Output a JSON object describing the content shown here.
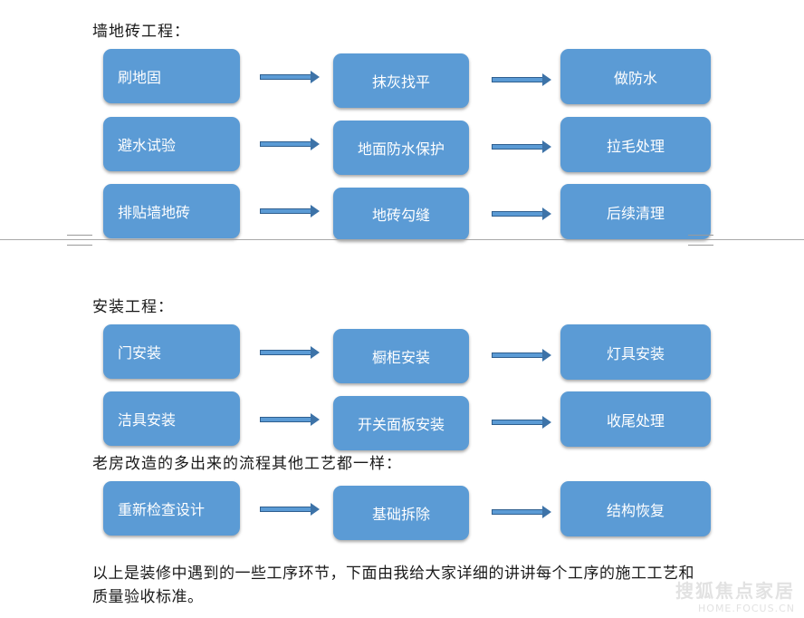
{
  "sections": {
    "tile": {
      "heading": "墙地砖工程：",
      "rows": [
        [
          "刷地固",
          "抹灰找平",
          "做防水"
        ],
        [
          "避水试验",
          "地面防水保护",
          "拉毛处理"
        ],
        [
          "排贴墙地砖",
          "地砖勾缝",
          "后续清理"
        ]
      ]
    },
    "install": {
      "heading": "安装工程：",
      "rows": [
        [
          "门安装",
          "橱柜安装",
          "灯具安装"
        ],
        [
          "洁具安装",
          "开关面板安装",
          "收尾处理"
        ]
      ]
    },
    "renovation": {
      "heading": "老房改造的多出来的流程其他工艺都一样：",
      "rows": [
        [
          "重新检查设计",
          "基础拆除",
          "结构恢复"
        ]
      ]
    }
  },
  "paragraph": "以上是装修中遇到的一些工序环节，下面由我给大家详细的讲讲每个工序的施工工艺和质量验收标准。",
  "watermark": {
    "brand": "搜狐焦点家居",
    "url": "HOME.FOCUS.CN"
  },
  "colors": {
    "box_fill": "#5b9bd5",
    "box_text": "#ffffff",
    "arrow": "#5b9bd5"
  }
}
